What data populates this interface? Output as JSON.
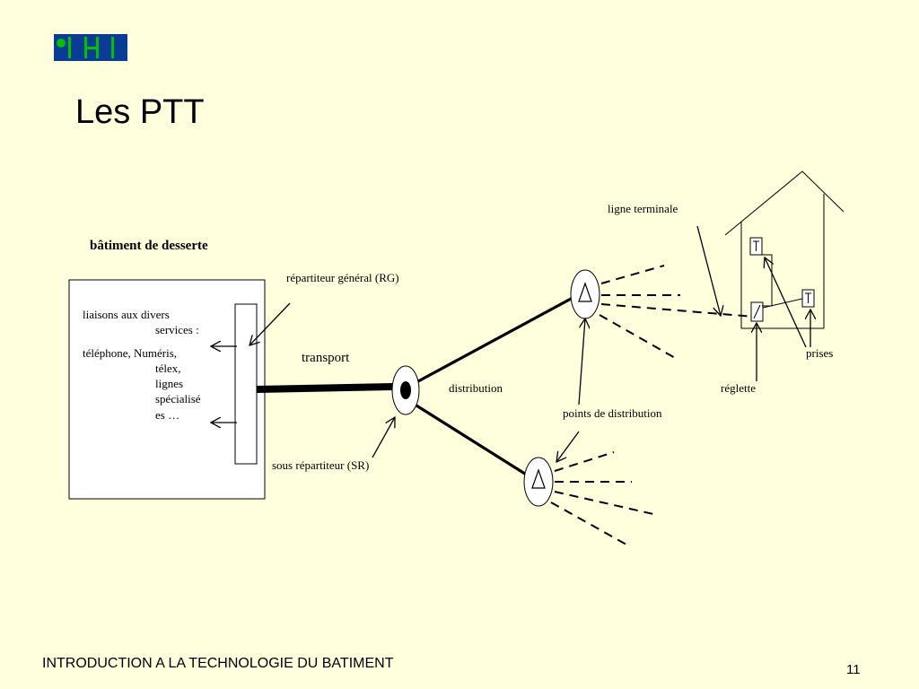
{
  "slide": {
    "title": "Les PTT",
    "footer": "INTRODUCTION A LA TECHNOLOGIE DU BATIMENT",
    "page_number": "11"
  },
  "logo": {
    "background_color": "#0A3C96",
    "accent_color": "#00C000",
    "letters": "IHI"
  },
  "diagram": {
    "building_label": "bâtiment de desserte",
    "services_lines": [
      "liaisons aux divers",
      "services :",
      "téléphone, Numéris,",
      "télex,",
      "lignes",
      "spécialisé",
      "es …"
    ],
    "rg_label": "répartiteur général (RG)",
    "transport_label": "transport",
    "sr_label": "sous répartiteur (SR)",
    "distribution_label": "distribution",
    "points_label": "points de distribution",
    "ligne_terminale_label": "ligne terminale",
    "reglette_label": "réglette",
    "prises_label": "prises"
  }
}
